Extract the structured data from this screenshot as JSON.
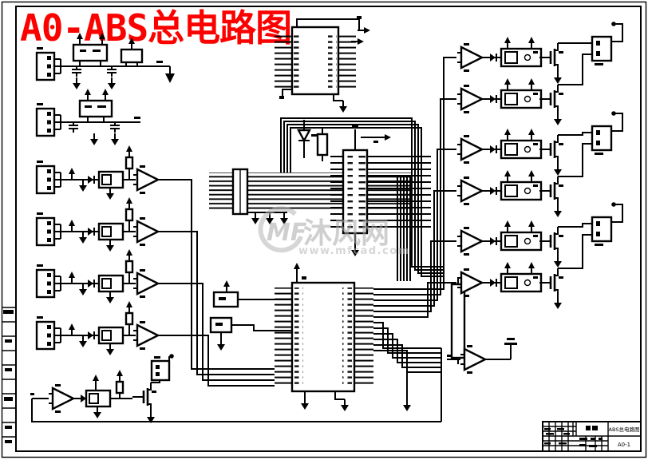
{
  "drawing": {
    "title": "A0-ABS总电路图",
    "title_color": "#fb0200",
    "line_color": "#000000",
    "background": "#ffffff"
  },
  "watermark": {
    "logo_text": "MF",
    "site_name": "沐风网",
    "url": "www.mfcad.com",
    "color": "#a8a8a8"
  },
  "title_block": {
    "drawing_name": "ABS总电路图",
    "drawing_no": "A0-1"
  }
}
